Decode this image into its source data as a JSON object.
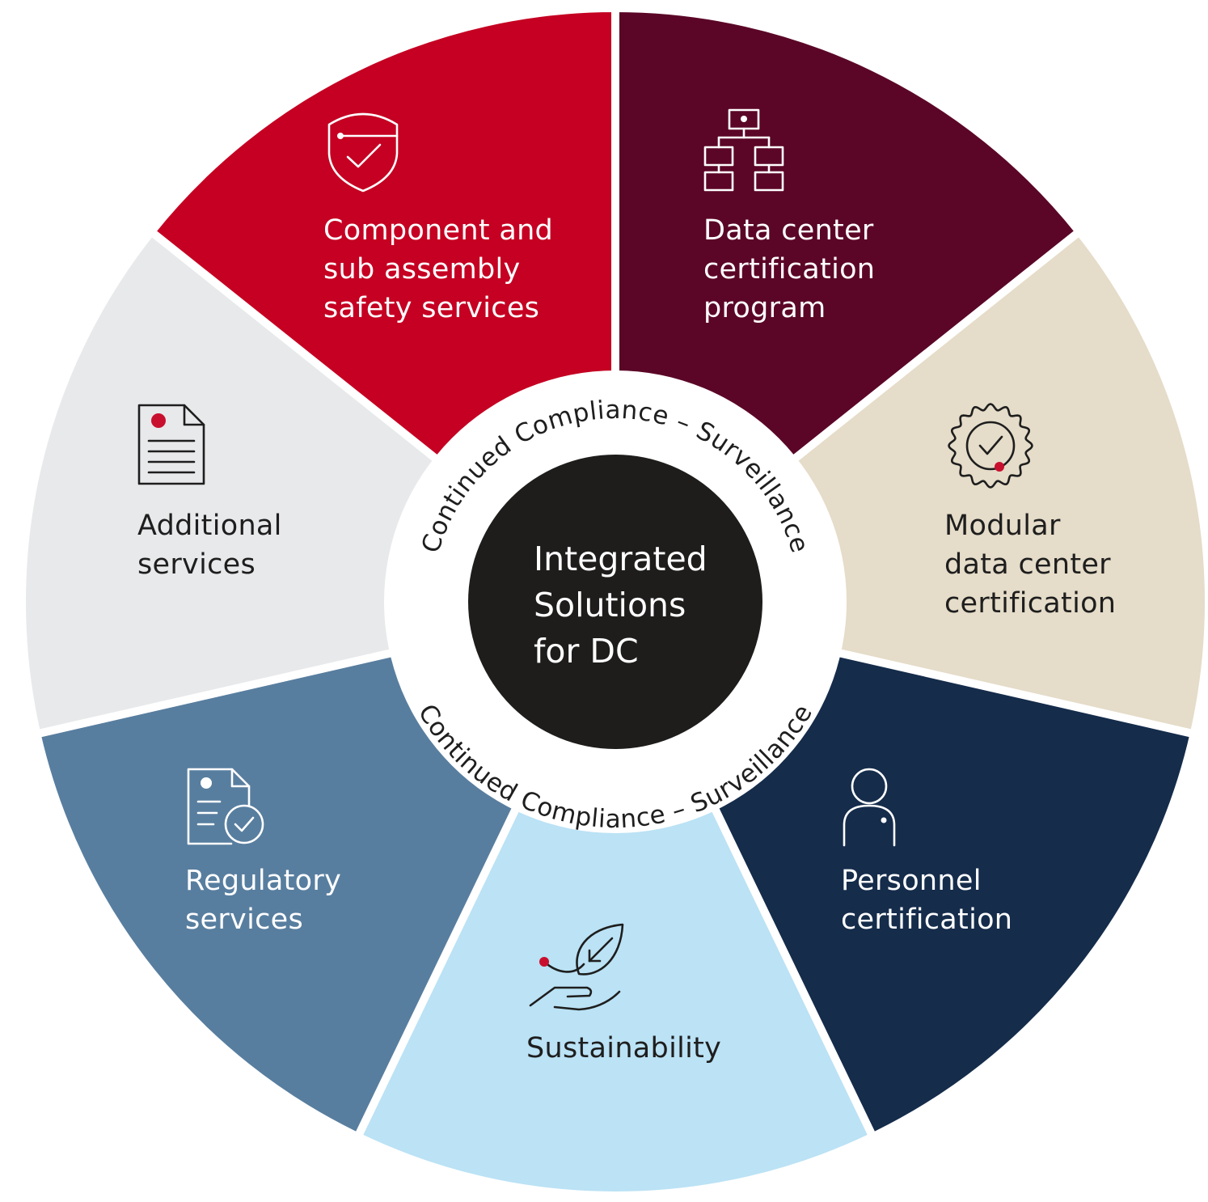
{
  "diagram": {
    "center": {
      "lines": [
        "Integrated",
        "Solutions",
        "for DC"
      ],
      "color": "#1e1d1c"
    },
    "ring": {
      "top": "Continued Compliance – Surveillance",
      "bottom": "Continued Compliance – Surveillance"
    },
    "accent_color": "#c8102e",
    "segments": [
      {
        "id": "data-center-certification",
        "lines": [
          "Data center",
          "certification",
          "program"
        ],
        "fill": "#5b0627",
        "text_color": "#ffffff",
        "icon": "network-hierarchy-icon"
      },
      {
        "id": "modular-data-center",
        "lines": [
          "Modular",
          "data center",
          "certification"
        ],
        "fill": "#e5dcc9",
        "text_color": "#1e1e1e",
        "icon": "certified-seal-icon"
      },
      {
        "id": "personnel-certification",
        "lines": [
          "Personnel",
          "certification"
        ],
        "fill": "#152c4b",
        "text_color": "#ffffff",
        "icon": "person-icon"
      },
      {
        "id": "sustainability",
        "lines": [
          "Sustainability"
        ],
        "fill": "#bbe2f5",
        "text_color": "#1e1e1e",
        "icon": "leaf-hand-icon"
      },
      {
        "id": "regulatory-services",
        "lines": [
          "Regulatory",
          "services"
        ],
        "fill": "#587e9f",
        "text_color": "#ffffff",
        "icon": "document-check-icon"
      },
      {
        "id": "additional-services",
        "lines": [
          "Additional",
          "services"
        ],
        "fill": "#e8e9eb",
        "text_color": "#1e1e1e",
        "icon": "document-icon"
      },
      {
        "id": "component-safety",
        "lines": [
          "Component and",
          "sub assembly",
          "safety services"
        ],
        "fill": "#c50022",
        "text_color": "#ffffff",
        "icon": "shield-check-icon"
      }
    ]
  }
}
